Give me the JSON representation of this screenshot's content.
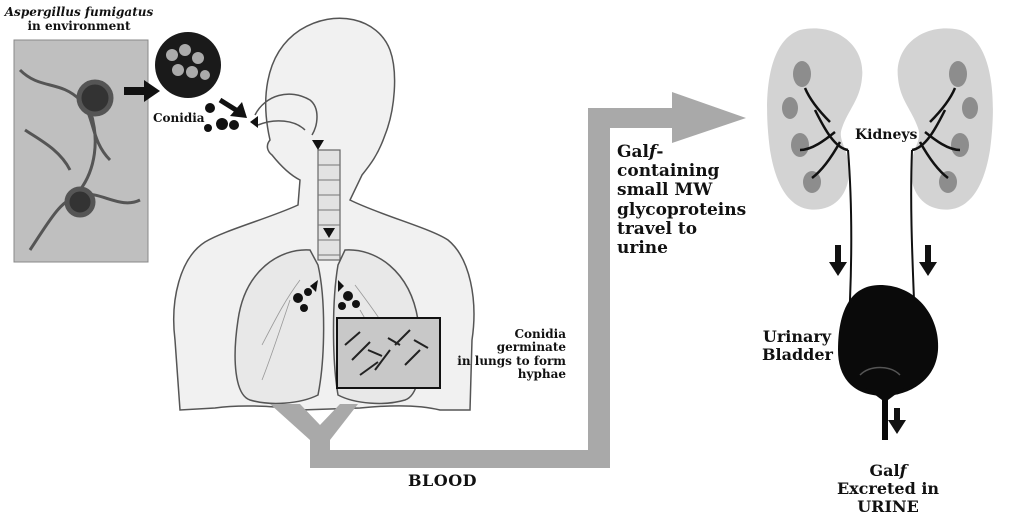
{
  "labels": {
    "environment": {
      "species": "Aspergillus fumigatus",
      "line2": "in environment"
    },
    "conidia": "Conidia",
    "germinate": {
      "line1": "Conidia germinate",
      "line2": "in lungs to form",
      "line3": "hyphae"
    },
    "galf_travel": {
      "line1_prefix": "Gal",
      "line1_italic": "f",
      "line1_suffix": "-containing",
      "line2": "small MW",
      "line3": "glycoproteins",
      "line4": "travel to",
      "line5": "urine"
    },
    "kidneys": "Kidneys",
    "bladder": {
      "line1": "Urinary",
      "line2": "Bladder"
    },
    "blood": "BLOOD",
    "excreted": {
      "line1_prefix": "Gal",
      "line1_italic": "f",
      "line2": "Excreted in",
      "line3": "URINE"
    }
  },
  "colors": {
    "flow_arrow": "#a9a9a9",
    "kidney_fill": "#d3d3d3",
    "bladder_fill": "#0a0a0a",
    "body_outline": "#555555",
    "photo_bg": "#bfbfbf"
  }
}
